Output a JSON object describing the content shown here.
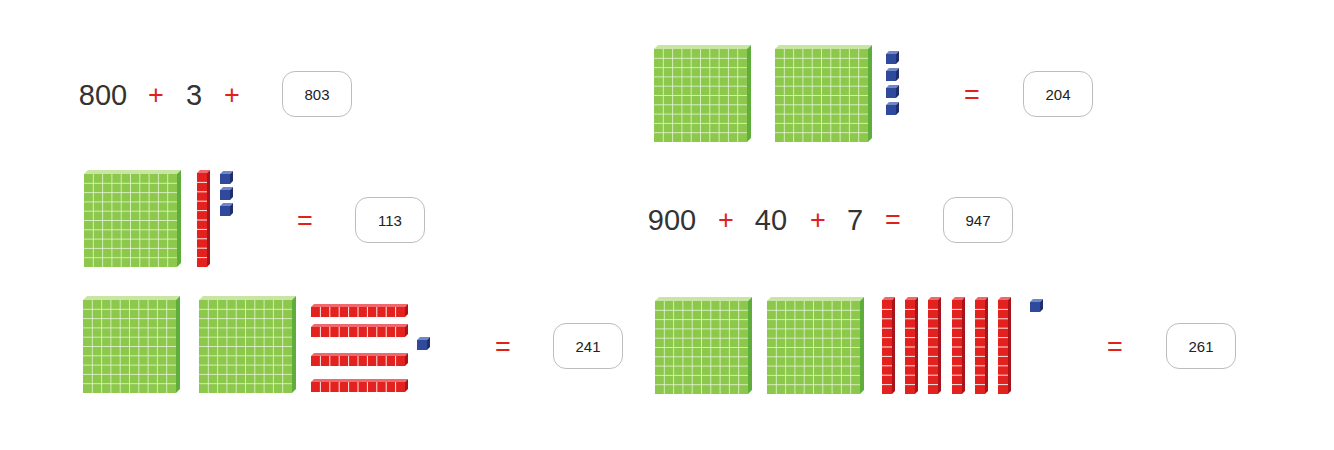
{
  "diagram": {
    "nodes": [
      {
        "text": [
          "803"
        ]
      },
      {
        "text": [
          "204"
        ]
      },
      {
        "text": [
          "113"
        ]
      },
      {
        "text": [
          "947"
        ]
      },
      {
        "text": [
          "241"
        ]
      },
      {
        "text": [
          "261"
        ]
      }
    ],
    "labels": [
      "800",
      "+",
      "3",
      "+",
      "=",
      "=",
      "900",
      "+",
      "40",
      "+",
      "7",
      "=",
      "=",
      "="
    ]
  }
}
